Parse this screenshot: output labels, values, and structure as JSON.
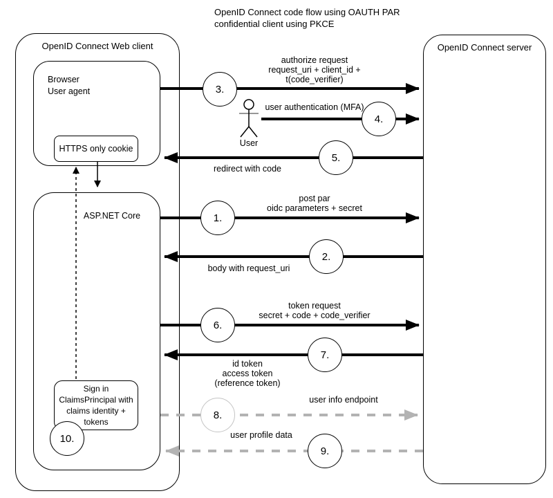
{
  "title": "OpenID Connect code flow using OAUTH PAR\nconfidential client using PKCE",
  "colors": {
    "stroke": "#000000",
    "dashed_arrow": "#b3b3b3",
    "optional_step_border": "#c4c4c4",
    "background": "#ffffff"
  },
  "actors": {
    "client_container": "OpenID Connect Web client",
    "browser": "Browser\nUser agent",
    "cookie": "HTTPS only cookie",
    "aspnet": "ASP.NET Core",
    "signin": "Sign in\nClaimsPrincipal with\nclaims identity +\ntokens",
    "server": "OpenID Connect server",
    "user": "User"
  },
  "steps": [
    {
      "num": "1.",
      "label": "post par\noidc parameters + secret"
    },
    {
      "num": "2.",
      "label": "body with request_uri"
    },
    {
      "num": "3.",
      "label": "authorize request\nrequest_uri + client_id +\nt(code_verifier)"
    },
    {
      "num": "4.",
      "label": "user authentication (MFA)"
    },
    {
      "num": "5.",
      "label": "redirect with code"
    },
    {
      "num": "6.",
      "label": "token request\nsecret + code + code_verifier"
    },
    {
      "num": "7.",
      "label": "id token\naccess token\n(reference token)"
    },
    {
      "num": "8.",
      "label": "user info endpoint"
    },
    {
      "num": "9.",
      "label": "user profile data"
    },
    {
      "num": "10.",
      "label": ""
    }
  ]
}
